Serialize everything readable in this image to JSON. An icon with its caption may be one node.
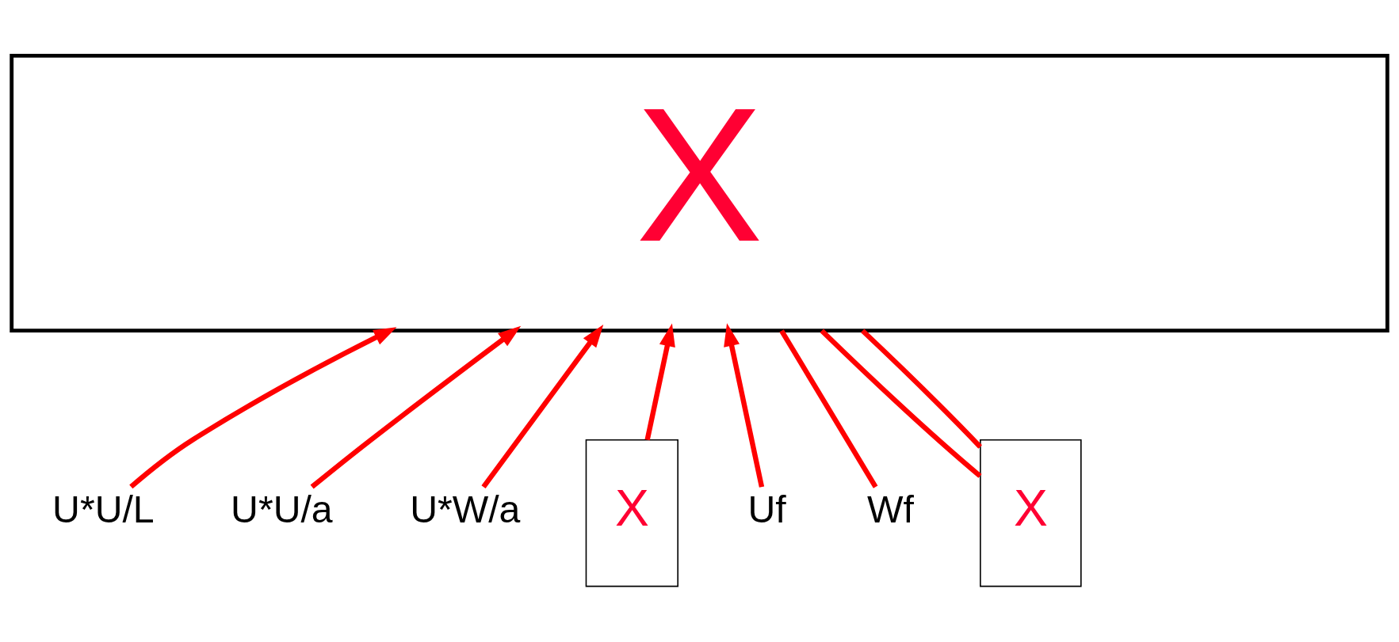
{
  "diagram": {
    "nodes": [
      {
        "text": [
          "X"
        ]
      },
      {
        "text": [
          "U*U/L"
        ]
      },
      {
        "text": [
          "U*U/a"
        ]
      },
      {
        "text": [
          "U*W/a"
        ]
      },
      {
        "text": [
          "X"
        ]
      },
      {
        "text": [
          "Uf"
        ]
      },
      {
        "text": [
          "Wf"
        ]
      },
      {
        "text": [
          "X"
        ]
      }
    ],
    "edges": [
      {
        "from": 1,
        "to": 0,
        "arrow": "to"
      },
      {
        "from": 2,
        "to": 0,
        "arrow": "to"
      },
      {
        "from": 3,
        "to": 0,
        "arrow": "to"
      },
      {
        "from": 4,
        "to": 0,
        "arrow": "to"
      },
      {
        "from": 5,
        "to": 0,
        "arrow": "to"
      },
      {
        "from": 6,
        "to": 0,
        "arrow": "none"
      },
      {
        "from": 7,
        "to": 0,
        "arrow": "none"
      },
      {
        "from": 7,
        "to": 0,
        "arrow": "none"
      }
    ]
  }
}
